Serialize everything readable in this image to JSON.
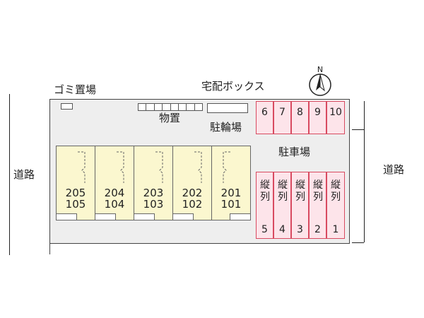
{
  "labels": {
    "road_left": "道路",
    "road_right": "道路",
    "garbage": "ゴミ置場",
    "delivery_box": "宅配ボックス",
    "storage": "物置",
    "bicycle": "駐輪場",
    "parking": "駐車場",
    "compass_n": "N"
  },
  "units": [
    {
      "upper": "205",
      "lower": "105"
    },
    {
      "upper": "204",
      "lower": "104"
    },
    {
      "upper": "203",
      "lower": "103"
    },
    {
      "upper": "202",
      "lower": "102"
    },
    {
      "upper": "201",
      "lower": "101"
    }
  ],
  "parking_top": [
    "6",
    "7",
    "8",
    "9",
    "10"
  ],
  "parking_bottom": [
    {
      "text": "縦列",
      "num": "5"
    },
    {
      "text": "縦列",
      "num": "4"
    },
    {
      "text": "縦列",
      "num": "3"
    },
    {
      "text": "縦列",
      "num": "2"
    },
    {
      "text": "縦列",
      "num": "1"
    }
  ],
  "colors": {
    "unit_fill": "#fbf7cf",
    "parking_fill": "#fde4ea",
    "parking_border": "#d84a60",
    "site_fill": "#eeeeee"
  }
}
